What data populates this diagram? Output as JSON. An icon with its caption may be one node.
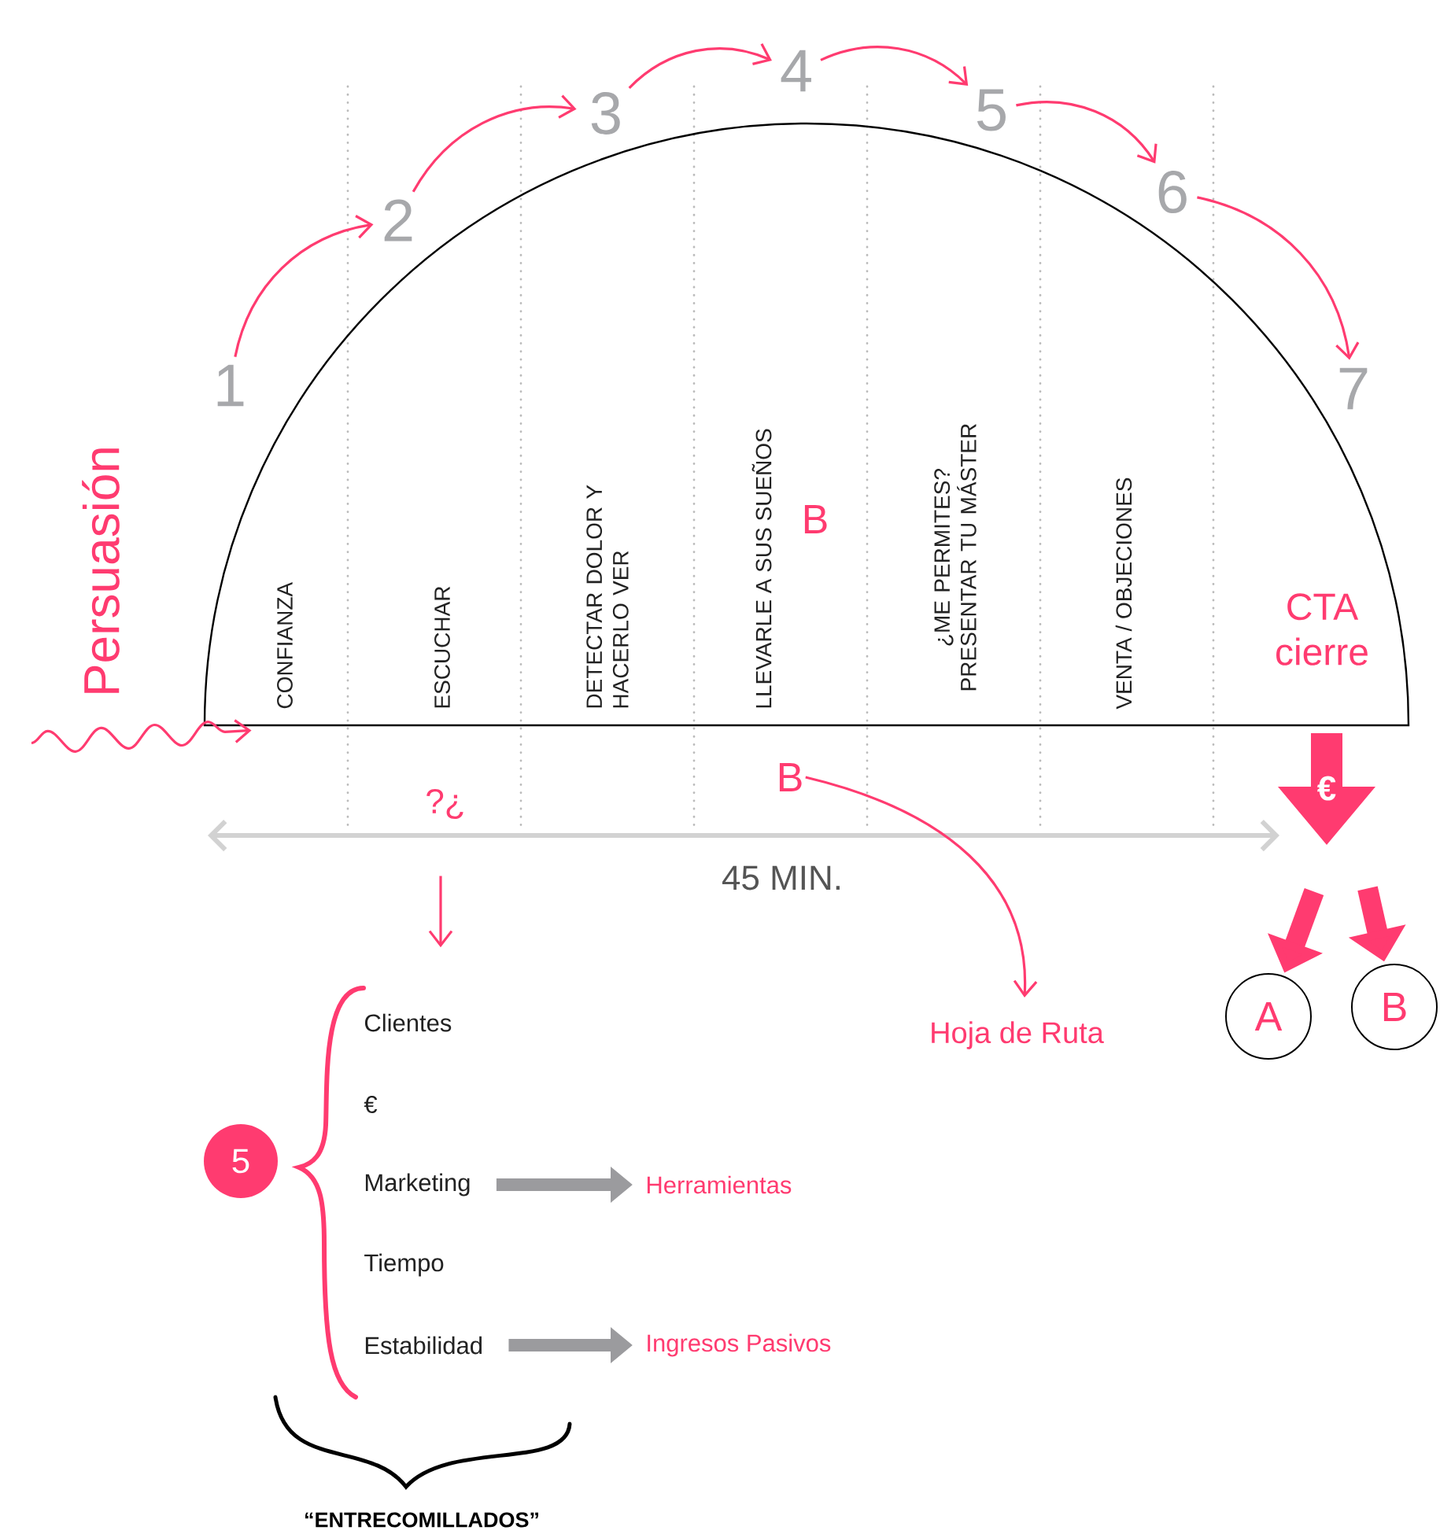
{
  "diagram": {
    "nodes": [
      {
        "text": [
          "1"
        ]
      },
      {
        "text": [
          "2"
        ]
      },
      {
        "text": [
          "3"
        ]
      },
      {
        "text": [
          "4"
        ]
      },
      {
        "text": [
          "5"
        ]
      },
      {
        "text": [
          "6"
        ]
      },
      {
        "text": [
          "7"
        ]
      },
      {
        "text": [
          "CONFIANZA",
          "ESCUCHAR",
          "DETECTAR DOLOR Y HACERLO VER",
          "LLEVARLE A SUS SUEÑOS",
          "B",
          "¿ME PERMITES? PRESENTAR TU MÁSTER",
          "VENTA / OBJECIONES",
          "CTA cierre"
        ]
      },
      {
        "text": [
          "Persuasión"
        ]
      },
      {
        "text": [
          "?¿"
        ]
      },
      {
        "text": [
          "B"
        ]
      },
      {
        "text": [
          "Hoja de Ruta"
        ]
      },
      {
        "text": [
          "€"
        ]
      },
      {
        "text": [
          "A"
        ]
      },
      {
        "text": [
          "B"
        ]
      },
      {
        "text": [
          "5"
        ]
      },
      {
        "text": [
          "Clientes"
        ]
      },
      {
        "text": [
          "€"
        ]
      },
      {
        "text": [
          "Marketing"
        ]
      },
      {
        "text": [
          "Tiempo"
        ]
      },
      {
        "text": [
          "Estabilidad"
        ]
      },
      {
        "text": [
          "Herramientas"
        ]
      },
      {
        "text": [
          "Ingresos Pasivos"
        ]
      }
    ],
    "edges": [
      {
        "from": 0,
        "to": 1,
        "arrow": "to"
      },
      {
        "from": 1,
        "to": 2,
        "arrow": "to"
      },
      {
        "from": 2,
        "to": 3,
        "arrow": "to"
      },
      {
        "from": 3,
        "to": 4,
        "arrow": "to"
      },
      {
        "from": 4,
        "to": 5,
        "arrow": "to"
      },
      {
        "from": 5,
        "to": 6,
        "arrow": "to"
      },
      {
        "from": 8,
        "to": 7,
        "arrow": "to"
      },
      {
        "from": 9,
        "to": 16,
        "arrow": "to"
      },
      {
        "from": 10,
        "to": 11,
        "arrow": "to"
      },
      {
        "from": 12,
        "to": 13,
        "arrow": "to",
        "style": "thick"
      },
      {
        "from": 12,
        "to": 14,
        "arrow": "to",
        "style": "thick"
      },
      {
        "from": 18,
        "to": 21,
        "arrow": "to",
        "style": "thick",
        "color": "#9b9b9e"
      },
      {
        "from": 20,
        "to": 22,
        "arrow": "to",
        "style": "thick",
        "color": "#9b9b9e"
      }
    ],
    "labels": [
      "45 MIN.",
      "“ENTRECOMILLADOS”"
    ]
  }
}
